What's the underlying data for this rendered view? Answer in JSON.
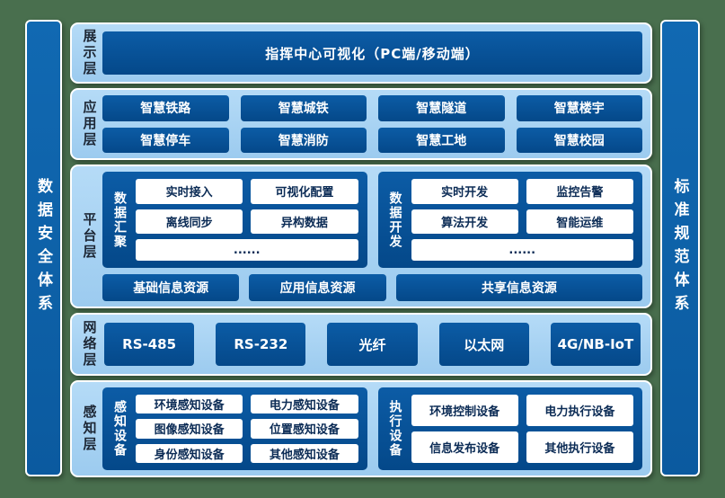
{
  "colors": {
    "background_green": "#496F4E",
    "panel_light_blue": "#A9D3F3",
    "box_dark_blue": "#05539B",
    "sidebar_blue": "#0E63AC",
    "chip_text_navy": "#0B2B55",
    "label_text": "#1D2735"
  },
  "sidebars": {
    "left": "数据安全体系",
    "right": "标准规范体系"
  },
  "presentation": {
    "label": "展示层",
    "box": "指挥中心可视化（PC端/移动端）"
  },
  "application": {
    "label": "应用层",
    "items": [
      "智慧铁路",
      "智慧城铁",
      "智慧隧道",
      "智慧楼宇",
      "智慧停车",
      "智慧消防",
      "智慧工地",
      "智慧校园"
    ]
  },
  "platform": {
    "label": "平台层",
    "groups": [
      {
        "label": "数据汇聚",
        "items": [
          "实时接入",
          "可视化配置",
          "离线同步",
          "异构数据"
        ],
        "more": "......"
      },
      {
        "label": "数据开发",
        "items": [
          "实时开发",
          "监控告警",
          "算法开发",
          "智能运维"
        ],
        "more": "......"
      }
    ],
    "resources": [
      "基础信息资源",
      "应用信息资源",
      "共享信息资源"
    ]
  },
  "network": {
    "label": "网络层",
    "items": [
      "RS-485",
      "RS-232",
      "光纤",
      "以太网",
      "4G/NB-IoT"
    ]
  },
  "perception": {
    "label": "感知层",
    "groups": [
      {
        "label": "感知设备",
        "items": [
          "环境感知设备",
          "电力感知设备",
          "图像感知设备",
          "位置感知设备",
          "身份感知设备",
          "其他感知设备"
        ]
      },
      {
        "label": "执行设备",
        "items": [
          "环境控制设备",
          "电力执行设备",
          "信息发布设备",
          "其他执行设备"
        ]
      }
    ]
  }
}
